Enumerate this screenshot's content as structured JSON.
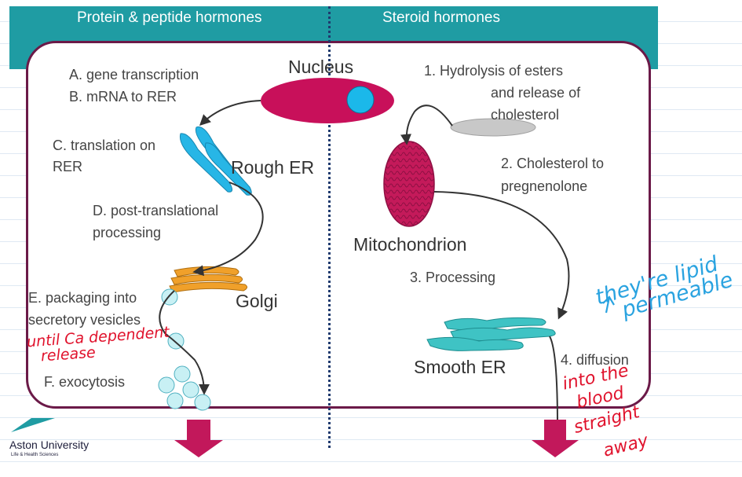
{
  "headers": {
    "left": "Protein & peptide hormones",
    "right": "Steroid hormones"
  },
  "organelles": {
    "nucleus": "Nucleus",
    "rough_er": "Rough ER",
    "golgi": "Golgi",
    "mitochondrion": "Mitochondrion",
    "smooth_er": "Smooth ER"
  },
  "protein_steps": {
    "a": "A. gene transcription",
    "b": "B. mRNA to RER",
    "c1": "C. translation on",
    "c2": "RER",
    "d1": "D. post-translational",
    "d2": "processing",
    "e1": "E. packaging into",
    "e2": "secretory vesicles",
    "f": "F. exocytosis"
  },
  "steroid_steps": {
    "s1a": "1. Hydrolysis of esters",
    "s1b": "and release of",
    "s1c": "cholesterol",
    "s2a": "2. Cholesterol to",
    "s2b": "pregnenolone",
    "s3": "3. Processing",
    "s4": "4. diffusion"
  },
  "annotations": {
    "until1": "until Ca dependent",
    "until2": "release",
    "blue1": "they're lipid",
    "blue2": "permeable",
    "red1": "into the",
    "red2": "blood",
    "red3": "straight",
    "red4": "away"
  },
  "logo": {
    "name": "Aston University",
    "sub": "Life & Health Sciences"
  },
  "colors": {
    "banner": "#1f9ca3",
    "cell_border": "#6b1a48",
    "nucleus": "#c8105a",
    "nucleolus": "#1bb8ea",
    "rough_er": "#27b6e6",
    "golgi": "#f0a02a",
    "mitochondrion": "#c41a5a",
    "smooth_er": "#3fc3c4",
    "vesicle": "#c8f0f4",
    "arrow": "#c2185b",
    "annotation_red": "#e0122c",
    "annotation_blue": "#2aa3e0"
  }
}
